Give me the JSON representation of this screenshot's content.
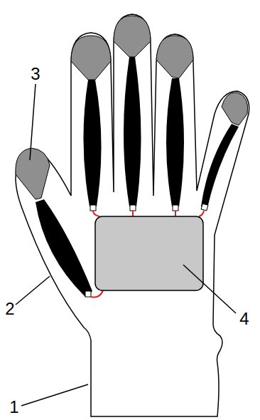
{
  "diagram": {
    "labels": [
      "3",
      "2",
      "4",
      "1"
    ]
  }
}
